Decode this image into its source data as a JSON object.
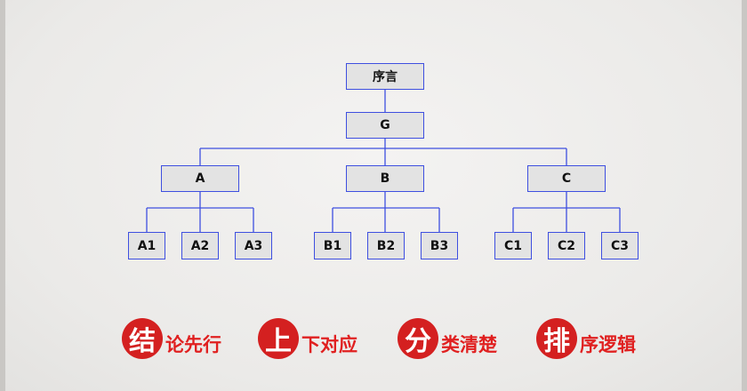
{
  "tree": {
    "root": "序言",
    "g": "G",
    "groups": [
      {
        "label": "A",
        "children": [
          "A1",
          "A2",
          "A3"
        ]
      },
      {
        "label": "B",
        "children": [
          "B1",
          "B2",
          "B3"
        ]
      },
      {
        "label": "C",
        "children": [
          "C1",
          "C2",
          "C3"
        ]
      }
    ]
  },
  "colors": {
    "node_border": "#3e4fe0",
    "node_fill": "#e3e3e3",
    "connector": "#3e4fe0",
    "accent_red": "#d42020"
  },
  "mottos": [
    {
      "badge": "结",
      "rest": "论先行"
    },
    {
      "badge": "上",
      "rest": "下对应"
    },
    {
      "badge": "分",
      "rest": "类清楚"
    },
    {
      "badge": "排",
      "rest": "序逻辑"
    }
  ]
}
